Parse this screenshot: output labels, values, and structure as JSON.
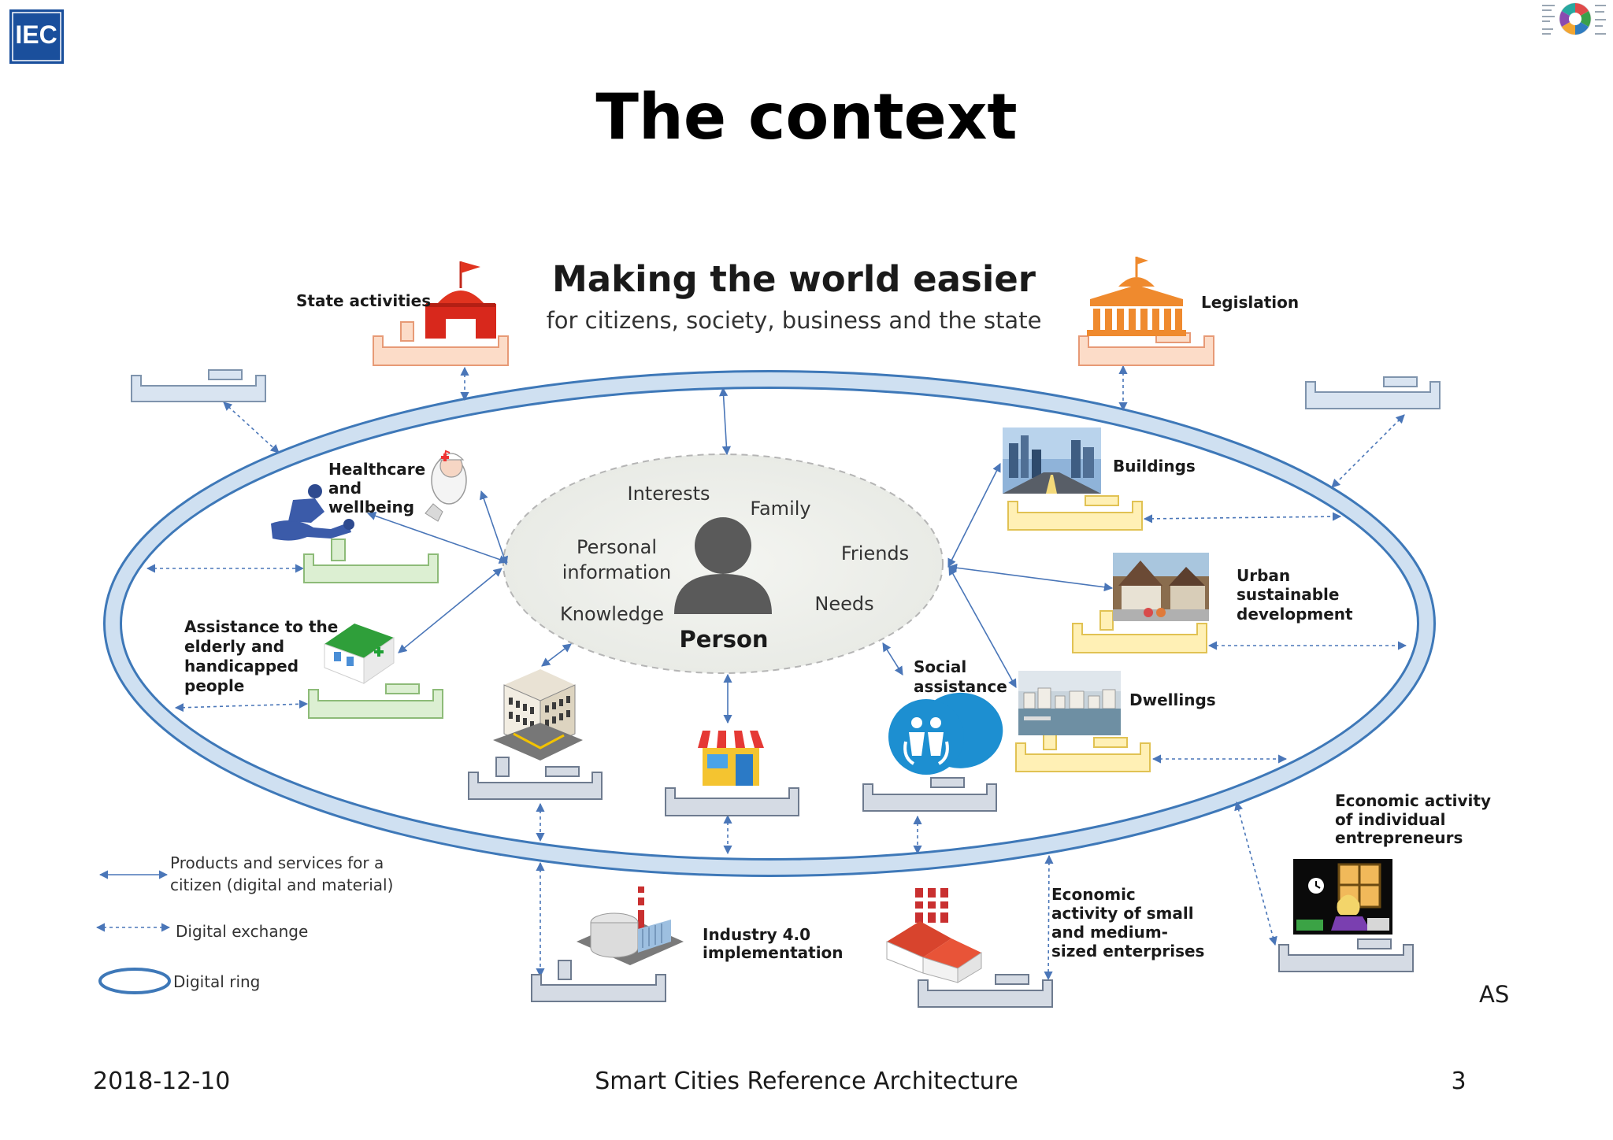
{
  "logo": {
    "text": "IEC",
    "color": "#1a4f9c"
  },
  "slide_title": "The context",
  "diagram": {
    "heading": "Making the world easier",
    "subheading": "for citizens, society, business and the state",
    "center": {
      "label": "Person",
      "attributes": [
        "Interests",
        "Family",
        "Personal",
        "information",
        "Friends",
        "Knowledge",
        "Needs"
      ]
    },
    "domains": {
      "state_activities": "State activities",
      "legislation": "Legislation",
      "healthcare": [
        "Healthcare",
        "and",
        "wellbeing"
      ],
      "assistance": [
        "Assistance to the",
        "elderly and",
        "handicapped",
        "people"
      ],
      "buildings": "Buildings",
      "urban": [
        "Urban",
        "sustainable",
        "development"
      ],
      "social": [
        "Social",
        "assistance"
      ],
      "dwellings": "Dwellings",
      "industry": [
        "Industry 4.0",
        "implementation"
      ],
      "sme": [
        "Economic",
        "activity of small",
        "and medium-",
        "sized enterprises"
      ],
      "entrepreneurs": [
        "Economic activity",
        "of individual",
        "entrepreneurs"
      ]
    },
    "legend": {
      "products": [
        "Products and services for a",
        "citizen (digital and material)"
      ],
      "exchange": "Digital exchange",
      "ring": "Digital ring"
    },
    "initials": "AS",
    "colors": {
      "ring": "#3e78b8",
      "ring_fill": "#cfe0f1",
      "arrow": "#4a76b8",
      "tray_blue": "#d9e4f1",
      "tray_blue_stroke": "#7f94ad",
      "tray_orange": "#fcdcc8",
      "tray_orange_stroke": "#e79a76",
      "tray_green": "#dcefd2",
      "tray_green_stroke": "#8dbb78",
      "tray_yellow": "#fff0b5",
      "tray_yellow_stroke": "#e1c253",
      "tray_grey": "#d5dbe4",
      "tray_grey_stroke": "#6e7b8f"
    }
  },
  "footer": {
    "date": "2018-12-10",
    "title": "Smart Cities Reference Architecture",
    "page": "3"
  }
}
